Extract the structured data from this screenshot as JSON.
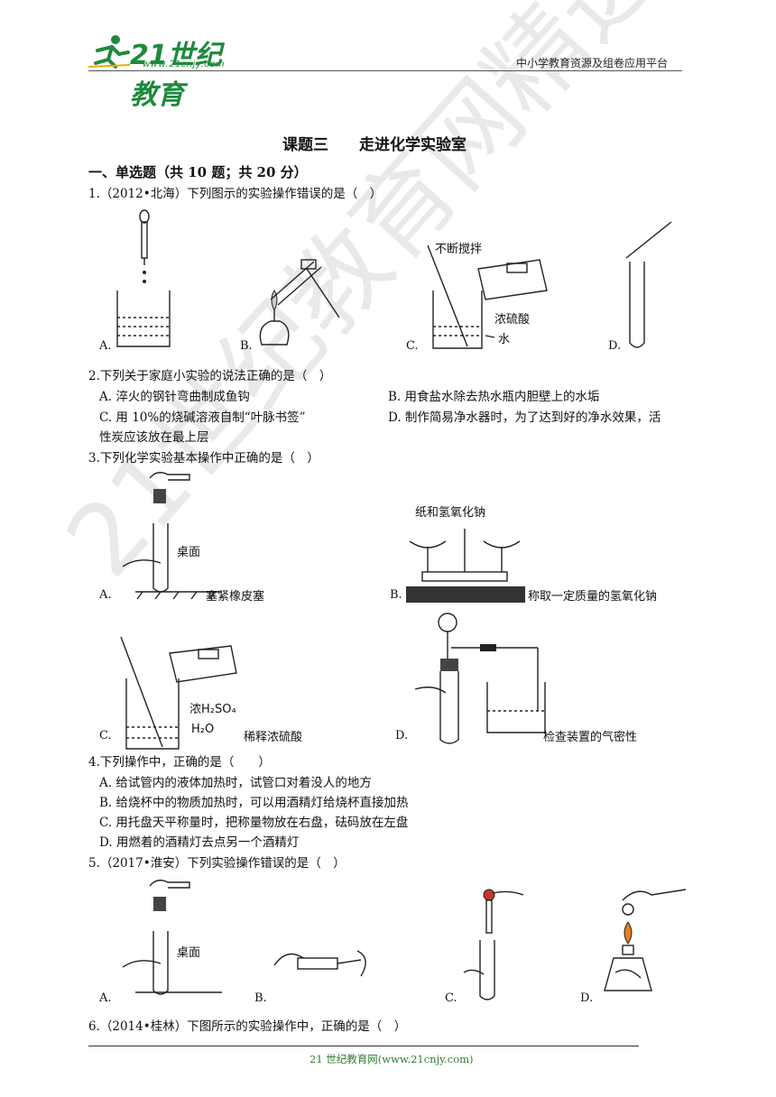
{
  "header": {
    "logo_text": "21世纪教育",
    "logo_url": "www.21cnjy.com",
    "right_text": "中小学教育资源及组卷应用平台"
  },
  "title": "课题三　　走进化学实验室",
  "section": "一、单选题（共 10 题；共 20 分）",
  "questions": [
    {
      "stem": "1.（2012•北海）下列图示的实验操作错误的是（　）",
      "labels": [
        "A.",
        "B.",
        "C.",
        "D."
      ],
      "figure_text": [
        "不断搅拌",
        "浓硫酸",
        "水"
      ]
    },
    {
      "stem": "2.下列关于家庭小实验的说法正确的是（　）",
      "options": [
        "A. 淬火的钢针弯曲制成鱼钩",
        "B. 用食盐水除去热水瓶内胆壁上的水垢",
        "C. 用 10%的烧碱溶液自制“叶脉书签”",
        "D. 制作简易净水器时，为了达到好的净水效果，活",
        "性炭应该放在最上层"
      ]
    },
    {
      "stem": "3.下列化学实验基本操作中正确的是（　）",
      "labels": [
        "A.",
        "B.",
        "C.",
        "D."
      ],
      "captions": [
        "塞紧橡皮塞",
        "称取一定质量的氢氧化钠",
        "稀释浓硫酸",
        "检查装置的气密性"
      ],
      "figure_text": [
        "桌面",
        "纸和氢氧化钠",
        "浓H₂SO₄",
        "H₂O"
      ]
    },
    {
      "stem": "4.下列操作中，正确的是（　　）",
      "options": [
        "A. 给试管内的液体加热时，试管口对着没人的地方",
        "B. 给烧杯中的物质加热时，可以用酒精灯给烧杯直接加热",
        "C. 用托盘天平称量时，把称量物放在右盘，砝码放在左盘",
        "D. 用燃着的酒精灯去点另一个酒精灯"
      ]
    },
    {
      "stem": "5.（2017•淮安）下列实验操作错误的是（　）",
      "labels": [
        "A.",
        "B.",
        "C.",
        "D."
      ],
      "figure_text": [
        "桌面"
      ]
    },
    {
      "stem": "6.（2014•桂林）下图所示的实验操作中，正确的是（　）"
    }
  ],
  "footer": "21 世纪教育网(www.21cnjy.com)",
  "watermark": "21世纪教育网精选资料"
}
